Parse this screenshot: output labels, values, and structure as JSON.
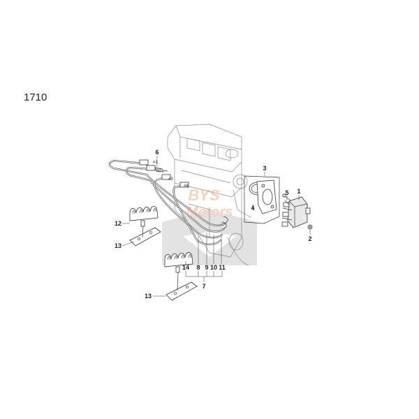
{
  "page_code": "1710",
  "callouts": {
    "c1": "1",
    "c2": "2",
    "c3": "3",
    "c4": "4",
    "c5": "5",
    "c6": "6",
    "c7": "7",
    "c8": "8",
    "c9": "9",
    "c10": "10",
    "c11": "11",
    "c12": "12",
    "c13a": "13",
    "c13b": "13",
    "c14": "14"
  },
  "wire_tags": {
    "t1": "#1",
    "t2": "#2",
    "t3": "#3",
    "t4": "#4"
  },
  "watermark": {
    "line1": "BYS",
    "line2": "Motors"
  },
  "colors": {
    "watermark_orange": "#e35d1a",
    "watermark_gray": "#9a9a9a"
  }
}
